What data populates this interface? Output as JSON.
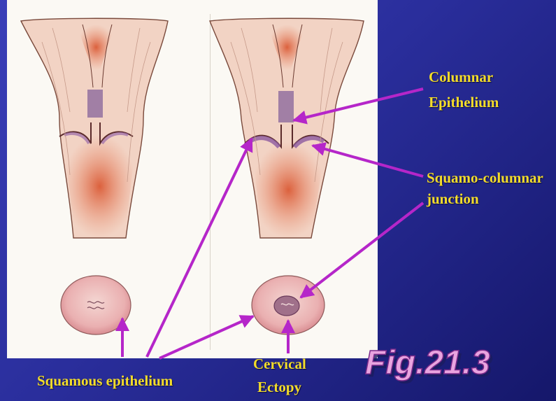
{
  "labels": {
    "columnar_line1": "Columnar",
    "columnar_line2": "Epithelium",
    "sqcj_line1": "Squamo-columnar",
    "sqcj_line2": "junction",
    "squamous": "Squamous epithelium",
    "cervical_line1": "Cervical",
    "cervical_line2": "Ectopy"
  },
  "figure_number": "Fig.21.3",
  "colors": {
    "label_text": "#f3dc2a",
    "arrow": "#b526c9",
    "background": "#2a2e9c"
  }
}
